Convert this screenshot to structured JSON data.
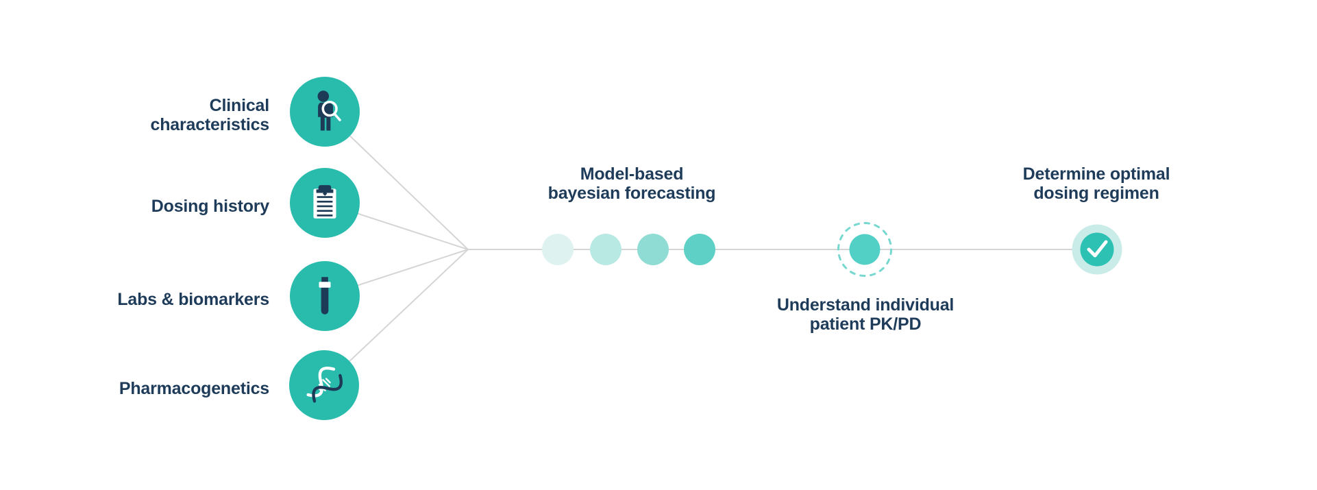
{
  "palette": {
    "teal": "#29bcad",
    "navy": "#1e3c5a",
    "connector_gray": "#d5d5d5",
    "dot_colors": [
      "#def3f0",
      "#b9e9e3",
      "#8edcd4",
      "#5fd0c5"
    ],
    "pkpd_node_fill": "#52d0c5",
    "pkpd_ring": "#76d8cf",
    "check_halo": "#c9ece8",
    "check_fill": "#2cc1b2",
    "icon_white": "#ffffff"
  },
  "inputs": [
    {
      "label": "Clinical\ncharacteristics",
      "icon": "person-search-icon"
    },
    {
      "label": "Dosing history",
      "icon": "clipboard-icon"
    },
    {
      "label": "Labs & biomarkers",
      "icon": "test-tube-icon"
    },
    {
      "label": "Pharmacogenetics",
      "icon": "dna-icon"
    }
  ],
  "stages": {
    "forecasting_label": "Model-based\nbayesian forecasting",
    "pkpd_label": "Understand individual\npatient PK/PD",
    "outcome_label": "Determine optimal\ndosing regimen"
  }
}
